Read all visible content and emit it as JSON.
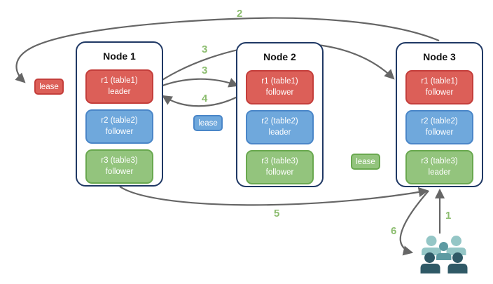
{
  "nodes": [
    {
      "title": "Node 1",
      "replicas": [
        {
          "name": "r1 (table1)",
          "role": "leader",
          "color": "red"
        },
        {
          "name": "r2 (table2)",
          "role": "follower",
          "color": "blue"
        },
        {
          "name": "r3 (table3)",
          "role": "follower",
          "color": "green"
        }
      ]
    },
    {
      "title": "Node 2",
      "replicas": [
        {
          "name": "r1 (table1)",
          "role": "follower",
          "color": "red"
        },
        {
          "name": "r2 (table2)",
          "role": "leader",
          "color": "blue"
        },
        {
          "name": "r3 (table3)",
          "role": "follower",
          "color": "green"
        }
      ]
    },
    {
      "title": "Node 3",
      "replicas": [
        {
          "name": "r1 (table1)",
          "role": "follower",
          "color": "red"
        },
        {
          "name": "r2 (table2)",
          "role": "follower",
          "color": "blue"
        },
        {
          "name": "r3 (table3)",
          "role": "leader",
          "color": "green"
        }
      ]
    }
  ],
  "leases": {
    "table1": "lease",
    "table2": "lease",
    "table3": "lease"
  },
  "steps": {
    "s1": "1",
    "s2": "2",
    "s3a": "3",
    "s3b": "3",
    "s4": "4",
    "s5": "5",
    "s6": "6"
  },
  "icons": {
    "user_group": "user-group-icon"
  },
  "colors": {
    "red_fill": "#DC5F58",
    "red_border": "#C43E3B",
    "blue_fill": "#6FA8DC",
    "blue_border": "#4A86C8",
    "green_fill": "#93C47D",
    "green_border": "#69A84F",
    "node_border": "#1F3864",
    "arrow": "#666666",
    "step_label": "#8CBD6F",
    "people_light": "#94C6C6",
    "people_mid": "#5D9AA2",
    "people_dark": "#2F5966"
  }
}
